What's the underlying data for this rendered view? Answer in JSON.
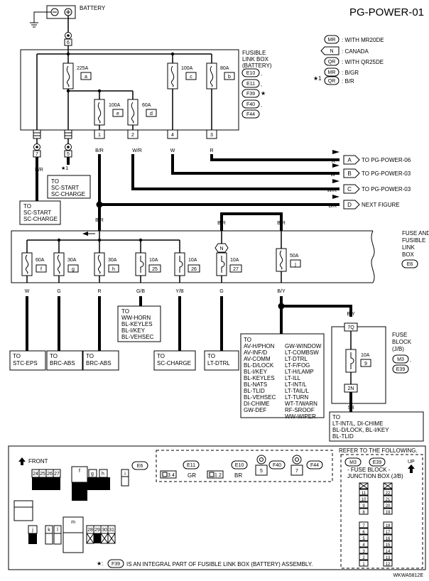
{
  "title": "PG-POWER-01",
  "battery_label": "BATTERY",
  "fusible_link_box": {
    "lines": [
      "FUSIBLE",
      "LINK BOX",
      "(BATTERY)"
    ],
    "connectors": [
      "E10",
      "E11",
      "F39",
      "F40",
      "F44"
    ]
  },
  "legend": [
    {
      "code": "MR",
      "text": ": WITH MR20DE"
    },
    {
      "code": "N",
      "text": ": CANADA"
    },
    {
      "code": "QR",
      "text": ": WITH QR25DE"
    },
    {
      "code": "MR",
      "text": ": B/GR"
    },
    {
      "code": "QR",
      "text": ": B/R"
    }
  ],
  "star1": "★1",
  "star": "★",
  "connector6": "6",
  "fusible_links": [
    {
      "amp": "225A",
      "letter": "a"
    },
    {
      "amp": "100A",
      "letter": "c"
    },
    {
      "amp": "80A",
      "letter": "b"
    },
    {
      "amp": "100A",
      "letter": "e"
    },
    {
      "amp": "60A",
      "letter": "d"
    }
  ],
  "terminals_top": [
    "1",
    "2",
    "4",
    "3"
  ],
  "left_terminals": [
    "7",
    "5"
  ],
  "wires": {
    "br": "B/R",
    "wr": "W/R",
    "w": "W",
    "r": "R",
    "g": "G",
    "gb": "G/B",
    "yb": "Y/B",
    "by": "B/Y",
    "sb": "SB"
  },
  "to_sc_start_boxes": [
    [
      "TO",
      "SC-START",
      "SC-CHARGE"
    ],
    [
      "TO",
      "SC-START",
      "SC-CHARGE"
    ]
  ],
  "arrow_refs": [
    {
      "wire": "R",
      "letter": "A",
      "text": "TO PG-POWER-06"
    },
    {
      "wire": "W",
      "letter": "B",
      "text": "TO PG-POWER-03"
    },
    {
      "wire": "W/R",
      "letter": "C",
      "text": "TO PG-POWER-03"
    },
    {
      "wire": "B/R",
      "letter": "D",
      "text": "NEXT FIGURE"
    }
  ],
  "fuse_link_box": {
    "lines": [
      "FUSE AND",
      "FUSIBLE",
      "LINK",
      "BOX"
    ],
    "connector": "E6",
    "n_marker": "N"
  },
  "fuses_lower": [
    {
      "amp": "60A",
      "id": "f"
    },
    {
      "amp": "30A",
      "id": "g"
    },
    {
      "amp": "30A",
      "id": "h"
    },
    {
      "amp": "10A",
      "id": "25"
    },
    {
      "amp": "10A",
      "id": "26"
    },
    {
      "amp": "10A",
      "id": "27"
    },
    {
      "amp": "50A",
      "id": "j"
    }
  ],
  "destinations": {
    "stc_eps": [
      "TO",
      "STC-EPS"
    ],
    "brc_abs_1": [
      "TO",
      "BRC-ABS"
    ],
    "brc_abs_2": [
      "TO",
      "BRC-ABS"
    ],
    "horn": [
      "TO",
      "WW-HORN",
      "BL-KEYLES",
      "BL-I/KEY",
      "BL-VEHSEC"
    ],
    "sc_charge": [
      "TO",
      "SC-CHARGE"
    ],
    "lt_dtrl": [
      "TO",
      "LT-DTRL"
    ],
    "big_left": [
      "TO",
      "AV-H/PHON",
      "AV-INF/D",
      "AV-COMM",
      "BL-D/LOCK",
      "BL-I/KEY",
      "BL-KEYLES",
      "BL-NATS",
      "BL-TLID",
      "BL-VEHSEC",
      "DI-CHIME",
      "GW-DEF"
    ],
    "big_right": [
      "GW-WINDOW",
      "LT-COMBSW",
      "LT-DTRL",
      "LT-F/FOG",
      "LT-H/LAMP",
      "LT-ILL",
      "LT-INT/L",
      "LT-TAIL/L",
      "LT-TURN",
      "WT-T/WARN",
      "RF-SROOF",
      "WW-WIPER"
    ],
    "bottom_right": [
      "TO",
      "LT-INT/L, DI-CHIME",
      "BL-D/LOCK, BL-I/KEY",
      "BL-TLID"
    ]
  },
  "fuse_block": {
    "lines": [
      "FUSE",
      "BLOCK",
      "(J/B)"
    ],
    "connectors": [
      "M3",
      "E39"
    ],
    "top_term": "7Q",
    "bottom_term": "2N",
    "amp": "10A",
    "id": "9"
  },
  "front_label": "FRONT",
  "front_cells": [
    "24",
    "25",
    "26",
    "27",
    "f",
    "g",
    "h",
    "i",
    "j",
    "k",
    "l",
    "m",
    "28",
    "29",
    "30",
    "31"
  ],
  "e6_label": "E6",
  "conn_views": [
    {
      "code": "E11",
      "color": "GR",
      "pins": [
        "3",
        "4"
      ]
    },
    {
      "code": "E10",
      "color": "BR",
      "pins": [
        "1",
        "2"
      ]
    },
    {
      "code": "F40",
      "pin": "5"
    },
    {
      "code": "F44",
      "pin": "7"
    }
  ],
  "refer": {
    "heading": "REFER TO THE FOLLOWING.",
    "connectors": [
      "M3",
      "E39"
    ],
    "up": "UP",
    "lines": [
      "- FUSE BLOCK -",
      "JUNCTION BOX (J/B)"
    ],
    "left_col": [
      "",
      "11",
      "10",
      "9",
      "8",
      "7",
      "6",
      "5",
      "4",
      "3",
      "2",
      "1"
    ],
    "right_col": [
      "",
      "22",
      "21",
      "20",
      "19",
      "18",
      "17",
      "16",
      "15",
      "14",
      "13",
      "12"
    ]
  },
  "footnote": {
    "star": "★:",
    "code": "F39",
    "text": "IS AN INTEGRAL PART OF FUSIBLE LINK BOX (BATTERY) ASSEMBLY."
  },
  "image_code": "WKWA5812E"
}
